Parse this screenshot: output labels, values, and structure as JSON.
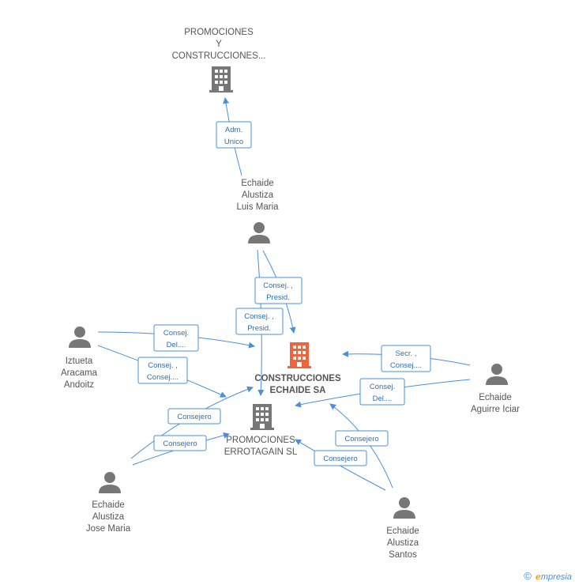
{
  "colors": {
    "edge": "#4a8fd8",
    "company": "#777777",
    "main_company": "#f0643c",
    "person": "#777777",
    "label": "#555555"
  },
  "nodes": {
    "promociones_y": {
      "lines": [
        "PROMOCIONES",
        "Y",
        "CONSTRUCCIONES..."
      ],
      "icon": "building-icon"
    },
    "luis_maria": {
      "lines": [
        "Echaide",
        "Alustiza",
        "Luis Maria"
      ],
      "icon": "person-icon"
    },
    "construcciones": {
      "lines": [
        "CONSTRUCCIONES",
        "ECHAIDE SA"
      ],
      "icon": "building-icon"
    },
    "erroagain": {
      "lines": [
        "PROMOCIONES",
        "ERROTAGAIN SL"
      ],
      "icon": "building-icon"
    },
    "iztueta": {
      "lines": [
        "Iztueta",
        "Aracama",
        "Andoitz"
      ],
      "icon": "person-icon"
    },
    "iciar": {
      "lines": [
        "Echaide",
        "Aguirre Iciar"
      ],
      "icon": "person-icon"
    },
    "jose_maria": {
      "lines": [
        "Echaide",
        "Alustiza",
        "Jose Maria"
      ],
      "icon": "person-icon"
    },
    "santos": {
      "lines": [
        "Echaide",
        "Alustiza",
        "Santos"
      ],
      "icon": "person-icon"
    }
  },
  "edges": {
    "adm_unico": [
      "Adm.",
      "Unico"
    ],
    "luis_consej_presid_1": [
      "Consej. ,",
      "Presid."
    ],
    "luis_consej_presid_2": [
      "Consej. ,",
      "Presid."
    ],
    "iztueta_consej_del": [
      "Consej.",
      "Del...."
    ],
    "iztueta_consej_consej": [
      "Consej. ,",
      "Consej...."
    ],
    "iciar_secr_consej": [
      "Secr. ,",
      "Consej...."
    ],
    "iciar_consej_del": [
      "Consej.",
      "Del...."
    ],
    "jose_consejero_1": [
      "Consejero"
    ],
    "jose_consejero_2": [
      "Consejero"
    ],
    "santos_consejero_1": [
      "Consejero"
    ],
    "santos_consejero_2": [
      "Consejero"
    ]
  },
  "footer": {
    "copyright": "©",
    "brand_first": "ℯ",
    "brand_rest": "mpresia"
  }
}
